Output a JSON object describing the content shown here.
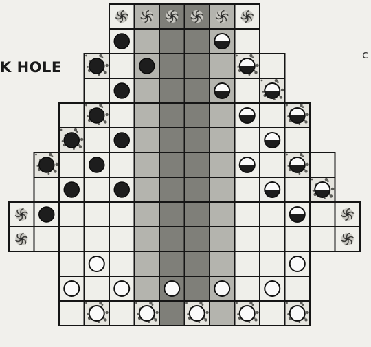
{
  "title": "K HOLE",
  "edge_glyph": "c",
  "board": {
    "cols": 14,
    "rows": 13,
    "colors": {
      "light": "#efefea",
      "mid": "#b4b4ae",
      "dark": "#7f7f79",
      "line": "#151515",
      "piece_black": "#1d1d1d",
      "piece_white": "#fafafa"
    },
    "row_spans": [
      [
        4,
        9
      ],
      [
        4,
        9
      ],
      [
        3,
        10
      ],
      [
        3,
        10
      ],
      [
        2,
        11
      ],
      [
        2,
        11
      ],
      [
        1,
        12
      ],
      [
        1,
        12
      ],
      [
        0,
        13
      ],
      [
        0,
        13
      ],
      [
        2,
        11
      ],
      [
        2,
        11
      ],
      [
        2,
        11
      ]
    ],
    "dark_columns": [
      6,
      7
    ],
    "mid_columns": [
      5,
      8
    ],
    "special_squares": [
      {
        "row": 0,
        "col": 4,
        "kind": "black-hole"
      },
      {
        "row": 0,
        "col": 5,
        "kind": "black-hole"
      },
      {
        "row": 0,
        "col": 6,
        "kind": "black-hole"
      },
      {
        "row": 0,
        "col": 7,
        "kind": "black-hole"
      },
      {
        "row": 0,
        "col": 8,
        "kind": "black-hole"
      },
      {
        "row": 0,
        "col": 9,
        "kind": "black-hole"
      },
      {
        "row": 8,
        "col": 0,
        "kind": "black-hole"
      },
      {
        "row": 9,
        "col": 0,
        "kind": "black-hole"
      },
      {
        "row": 9,
        "col": 13,
        "kind": "black-hole"
      },
      {
        "row": 8,
        "col": 13,
        "kind": "black-hole"
      },
      {
        "row": 2,
        "col": 3,
        "kind": "rough"
      },
      {
        "row": 4,
        "col": 3,
        "kind": "rough"
      },
      {
        "row": 5,
        "col": 2,
        "kind": "rough"
      },
      {
        "row": 6,
        "col": 1,
        "kind": "rough"
      },
      {
        "row": 2,
        "col": 9,
        "kind": "rough"
      },
      {
        "row": 3,
        "col": 10,
        "kind": "rough"
      },
      {
        "row": 4,
        "col": 11,
        "kind": "rough"
      },
      {
        "row": 6,
        "col": 11,
        "kind": "rough"
      },
      {
        "row": 7,
        "col": 12,
        "kind": "rough"
      },
      {
        "row": 12,
        "col": 3,
        "kind": "rough"
      },
      {
        "row": 12,
        "col": 5,
        "kind": "rough"
      },
      {
        "row": 12,
        "col": 7,
        "kind": "rough"
      },
      {
        "row": 12,
        "col": 9,
        "kind": "rough"
      },
      {
        "row": 12,
        "col": 11,
        "kind": "rough"
      }
    ],
    "pieces": [
      {
        "row": 1,
        "col": 4,
        "type": "black"
      },
      {
        "row": 2,
        "col": 3,
        "type": "black"
      },
      {
        "row": 2,
        "col": 5,
        "type": "black"
      },
      {
        "row": 3,
        "col": 4,
        "type": "black"
      },
      {
        "row": 4,
        "col": 3,
        "type": "black"
      },
      {
        "row": 5,
        "col": 2,
        "type": "black"
      },
      {
        "row": 5,
        "col": 4,
        "type": "black"
      },
      {
        "row": 6,
        "col": 1,
        "type": "black"
      },
      {
        "row": 6,
        "col": 3,
        "type": "black"
      },
      {
        "row": 7,
        "col": 2,
        "type": "black"
      },
      {
        "row": 7,
        "col": 4,
        "type": "black"
      },
      {
        "row": 8,
        "col": 1,
        "type": "black"
      },
      {
        "row": 1,
        "col": 8,
        "type": "half"
      },
      {
        "row": 2,
        "col": 9,
        "type": "half"
      },
      {
        "row": 3,
        "col": 8,
        "type": "half"
      },
      {
        "row": 3,
        "col": 10,
        "type": "half"
      },
      {
        "row": 4,
        "col": 9,
        "type": "half"
      },
      {
        "row": 4,
        "col": 11,
        "type": "half"
      },
      {
        "row": 5,
        "col": 10,
        "type": "half"
      },
      {
        "row": 6,
        "col": 9,
        "type": "half"
      },
      {
        "row": 6,
        "col": 11,
        "type": "half"
      },
      {
        "row": 7,
        "col": 10,
        "type": "half"
      },
      {
        "row": 7,
        "col": 12,
        "type": "half"
      },
      {
        "row": 8,
        "col": 11,
        "type": "half"
      },
      {
        "row": 10,
        "col": 3,
        "type": "white"
      },
      {
        "row": 10,
        "col": 11,
        "type": "white"
      },
      {
        "row": 11,
        "col": 2,
        "type": "white"
      },
      {
        "row": 11,
        "col": 4,
        "type": "white"
      },
      {
        "row": 11,
        "col": 6,
        "type": "white"
      },
      {
        "row": 11,
        "col": 8,
        "type": "white"
      },
      {
        "row": 11,
        "col": 10,
        "type": "white"
      },
      {
        "row": 12,
        "col": 3,
        "type": "white"
      },
      {
        "row": 12,
        "col": 5,
        "type": "white"
      },
      {
        "row": 12,
        "col": 7,
        "type": "white"
      },
      {
        "row": 12,
        "col": 9,
        "type": "white"
      },
      {
        "row": 12,
        "col": 11,
        "type": "white"
      }
    ]
  }
}
